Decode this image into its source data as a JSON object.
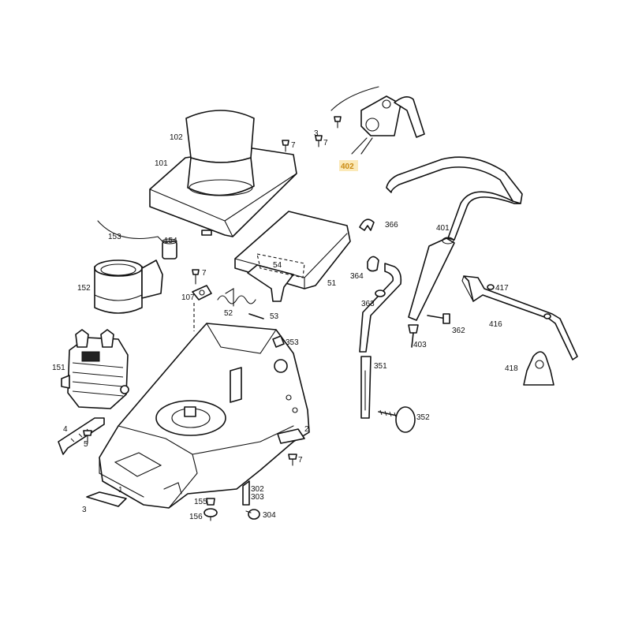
{
  "highlight": {
    "color": "#e8a21a",
    "fill": "#fbe9b8"
  },
  "labels": {
    "l1": "1",
    "l2": "2",
    "l3": "3",
    "l4": "4",
    "l5": "5",
    "l7a": "7",
    "l7b": "7",
    "l7c": "7",
    "l7d": "7",
    "l3b": "3",
    "l51": "51",
    "l52": "52",
    "l53": "53",
    "l54": "54",
    "l101": "101",
    "l102": "102",
    "l107": "107",
    "l151": "151",
    "l152": "152",
    "l153": "153",
    "l154": "154",
    "l155": "155",
    "l156": "156",
    "l302": "302",
    "l303": "303",
    "l304": "304",
    "l351": "351",
    "l352": "352",
    "l353": "353",
    "l362": "362",
    "l363": "363",
    "l364": "364",
    "l366": "366",
    "l401": "401",
    "l402": "402",
    "l403": "403",
    "l416": "416",
    "l417": "417",
    "l418": "418"
  }
}
